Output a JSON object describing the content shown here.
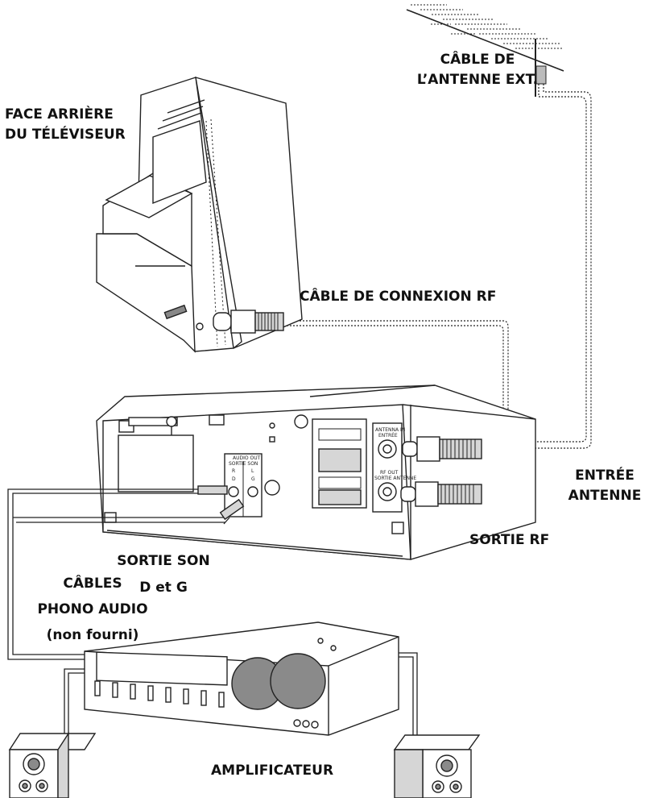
{
  "labels": {
    "antenna_cable": [
      "CÂBLE DE",
      "L’ANTENNE EXT."
    ],
    "tv_rear": [
      "FACE ARRIÈRE",
      "DU TÉLÉVISEUR"
    ],
    "rf_cable": "CÂBLE DE CONNEXION RF",
    "antenna_in": [
      "ENTRÉE",
      "ANTENNE"
    ],
    "rf_out": "SORTIE RF",
    "audio_out": [
      "SORTIE SON",
      "D et G"
    ],
    "phono_cables": [
      "CÂBLES",
      "PHONO AUDIO",
      "(non fourni)"
    ],
    "amplifier": "AMPLIFICATEUR"
  },
  "vcr_panel": {
    "audio_out": "AUDIO OUT",
    "sortie_son": "SORTIE SON",
    "r": "R",
    "l": "L",
    "d": "D",
    "g": "G",
    "antenna_in": "ANTENNA IN",
    "entree": "ENTRÉE",
    "rf_out": "RF OUT",
    "sortie_antenne": "SORTIE ANTENNE"
  },
  "colors": {
    "line": "#222222",
    "fill": "#ffffff",
    "shade": "#d6d6d6",
    "dark": "#7a7a7a"
  }
}
